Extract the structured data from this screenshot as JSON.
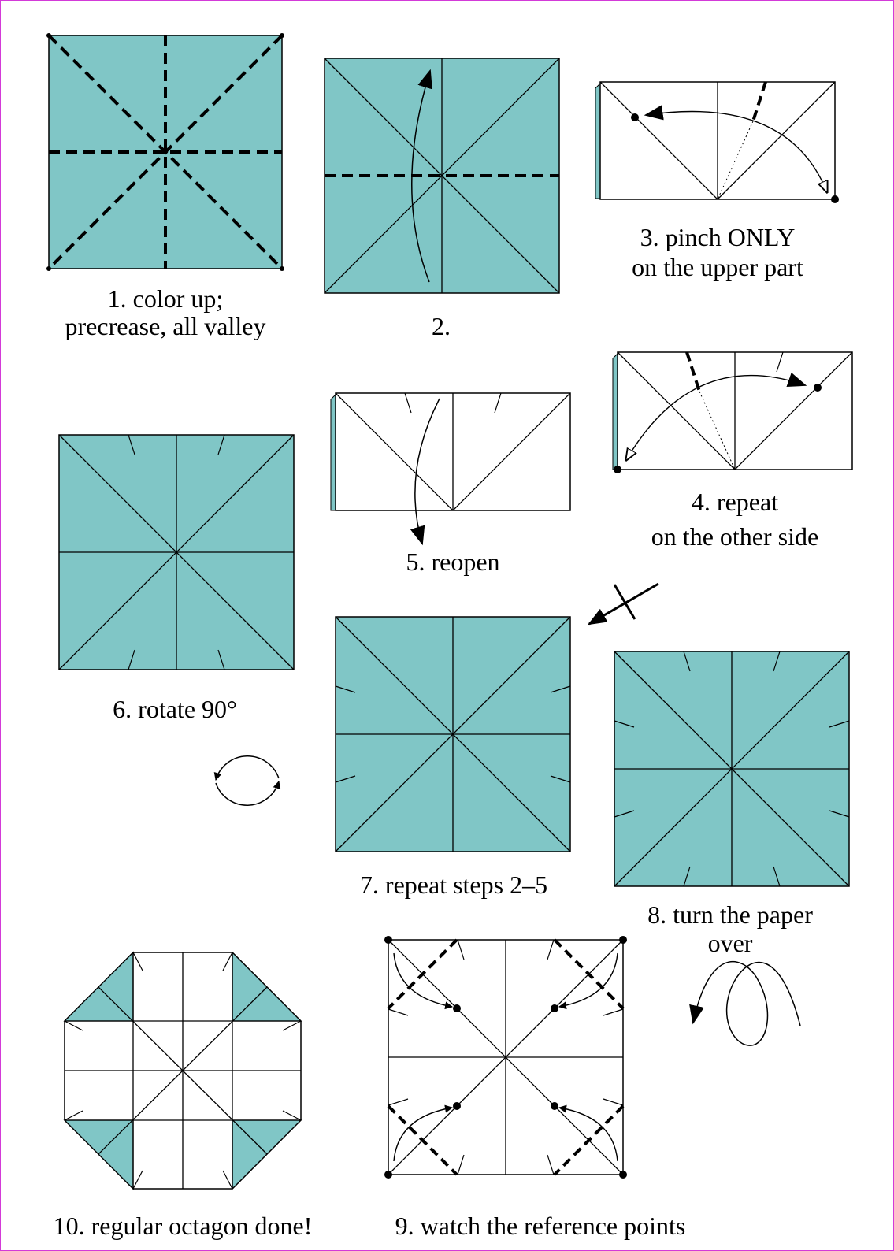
{
  "colors": {
    "paper_color": "#80c6c6",
    "paper_white": "#ffffff",
    "frame": "#d33ad8",
    "line": "#000000"
  },
  "steps": [
    {
      "lines": [
        "1. color up;",
        "precrease, all valley"
      ]
    },
    {
      "lines": [
        "2."
      ]
    },
    {
      "lines": [
        "3. pinch ONLY",
        "on the upper part"
      ]
    },
    {
      "lines": [
        "4. repeat",
        "on the other side"
      ]
    },
    {
      "lines": [
        "5. reopen"
      ]
    },
    {
      "lines": [
        "6. rotate 90°"
      ]
    },
    {
      "lines": [
        "7. repeat steps 2–5"
      ]
    },
    {
      "lines": [
        "8. turn the paper",
        "over"
      ]
    },
    {
      "lines": [
        "9. watch the reference points"
      ]
    },
    {
      "lines": [
        "10. regular octagon done!"
      ]
    }
  ],
  "icons": [
    "rotate-icon",
    "turn-over-icon",
    "skip-arrow-icon"
  ]
}
